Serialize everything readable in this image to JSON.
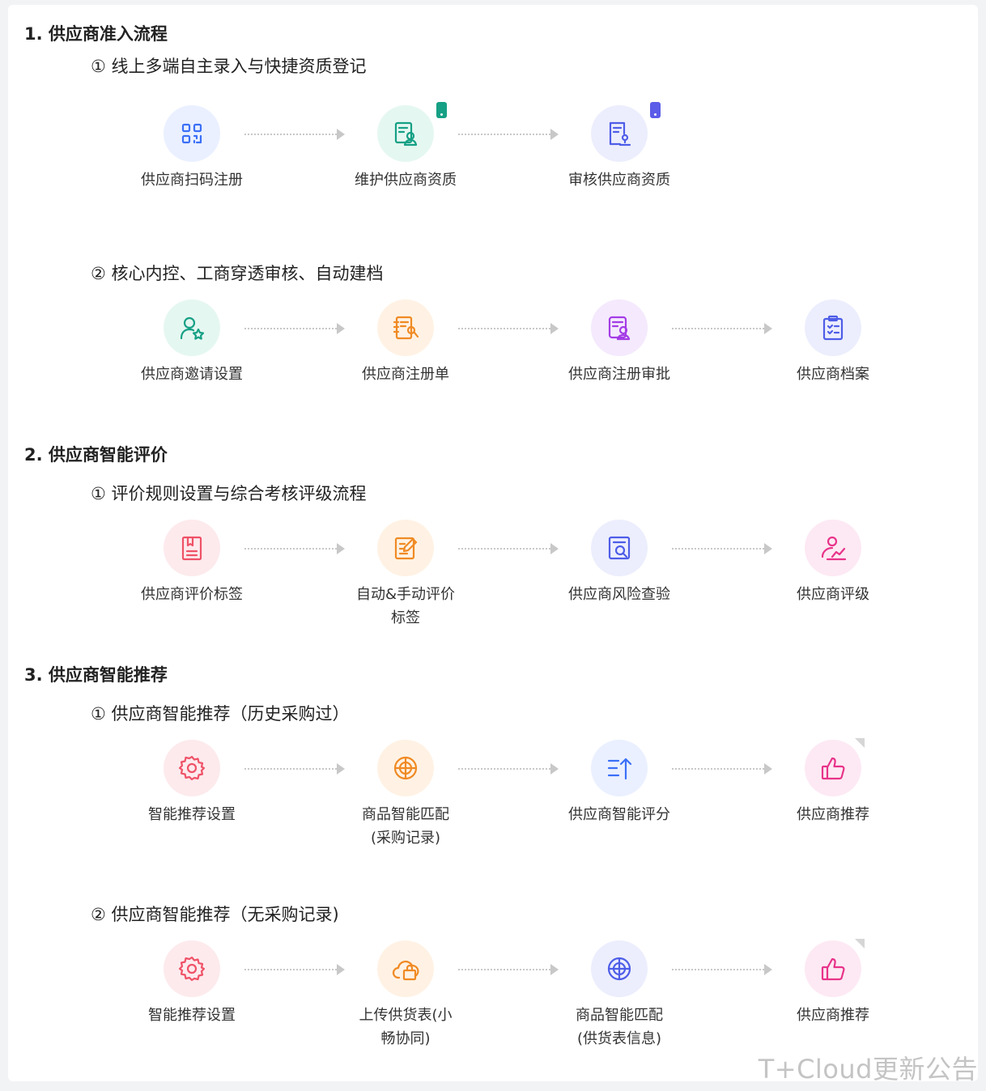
{
  "sections": [
    {
      "title": "1. 供应商准入流程",
      "flows": [
        {
          "subtitle": "① 线上多端自主录入与快捷资质登记",
          "nodes": [
            {
              "label": "供应商扫码注册",
              "icon": "qr-code-icon",
              "color": "#3a6ff7",
              "bg": "#eaf0ff"
            },
            {
              "label": "维护供应商资质",
              "icon": "qualification-edit-icon",
              "color": "#16a085",
              "bg": "#e5f7f1",
              "badge_color": "#16a085"
            },
            {
              "label": "审核供应商资质",
              "icon": "audit-document-icon",
              "color": "#4e5de8",
              "bg": "#eceefd",
              "badge_color": "#5b5ce8"
            }
          ]
        },
        {
          "subtitle": "② 核心内控、工商穿透审核、自动建档",
          "nodes": [
            {
              "label": "供应商邀请设置",
              "icon": "user-star-icon",
              "color": "#16a085",
              "bg": "#e5f7f1"
            },
            {
              "label": "供应商注册单",
              "icon": "register-form-icon",
              "color": "#f08a24",
              "bg": "#fff2e4"
            },
            {
              "label": "供应商注册审批",
              "icon": "approval-form-icon",
              "color": "#a43ce6",
              "bg": "#f4e9fd"
            },
            {
              "label": "供应商档案",
              "icon": "clipboard-list-icon",
              "color": "#4e5de8",
              "bg": "#eceefd"
            }
          ]
        }
      ]
    },
    {
      "title": "2. 供应商智能评价",
      "flows": [
        {
          "subtitle": "① 评价规则设置与综合考核评级流程",
          "nodes": [
            {
              "label": "供应商评价标签",
              "icon": "label-document-icon",
              "color": "#ef5267",
              "bg": "#fdeaed"
            },
            {
              "label": "自动&手动评价标签",
              "icon": "edit-note-icon",
              "color": "#f08a24",
              "bg": "#fff2e4"
            },
            {
              "label": "供应商风险查验",
              "icon": "risk-search-icon",
              "color": "#4e5de8",
              "bg": "#eceefd"
            },
            {
              "label": "供应商评级",
              "icon": "user-chart-icon",
              "color": "#e8338a",
              "bg": "#fde9f3"
            }
          ]
        }
      ]
    },
    {
      "title": "3. 供应商智能推荐",
      "flows": [
        {
          "subtitle": "① 供应商智能推荐（历史采购过）",
          "nodes": [
            {
              "label": "智能推荐设置",
              "icon": "gear-icon",
              "color": "#ef5267",
              "bg": "#fdeaed"
            },
            {
              "label": "商品智能匹配(采购记录)",
              "icon": "target-icon",
              "color": "#f08a24",
              "bg": "#fff2e4"
            },
            {
              "label": "供应商智能评分",
              "icon": "sort-up-icon",
              "color": "#3a6ff7",
              "bg": "#eaf0ff"
            },
            {
              "label": "供应商推荐",
              "icon": "thumbs-up-icon",
              "color": "#e8338a",
              "bg": "#fde9f3",
              "corner": true
            }
          ]
        },
        {
          "subtitle": "② 供应商智能推荐（无采购记录)",
          "nodes": [
            {
              "label": "智能推荐设置",
              "icon": "gear-icon",
              "color": "#ef5267",
              "bg": "#fdeaed"
            },
            {
              "label": "上传供货表(小畅协同)",
              "icon": "cloud-upload-icon",
              "color": "#f08a24",
              "bg": "#fff2e4"
            },
            {
              "label": "商品智能匹配(供货表信息)",
              "icon": "target-icon",
              "color": "#4e5de8",
              "bg": "#eceefd"
            },
            {
              "label": "供应商推荐",
              "icon": "thumbs-up-icon",
              "color": "#e8338a",
              "bg": "#fde9f3",
              "corner": true
            }
          ]
        }
      ]
    }
  ],
  "watermark": "T+Cloud更新公告"
}
